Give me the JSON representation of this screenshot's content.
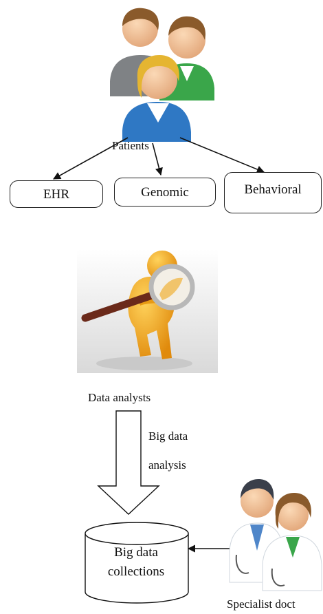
{
  "patients": {
    "label": "Patients"
  },
  "sources": [
    {
      "label": "EHR"
    },
    {
      "label": "Genomic"
    },
    {
      "label": "Behavioral"
    }
  ],
  "analysts": {
    "label": "Data analysts"
  },
  "flow": {
    "line1": "Big data",
    "line2": "analysis"
  },
  "storage": {
    "line1": "Big data",
    "line2": "collections"
  },
  "doctors": {
    "label": "Specialist doct"
  },
  "colors": {
    "line": "#111111",
    "analyst_figure": "#f2a81c",
    "magnifier_handle": "#6b2a1a",
    "doctor_coat": "#ffffff",
    "doctor_shirt": "#4f86c9"
  }
}
